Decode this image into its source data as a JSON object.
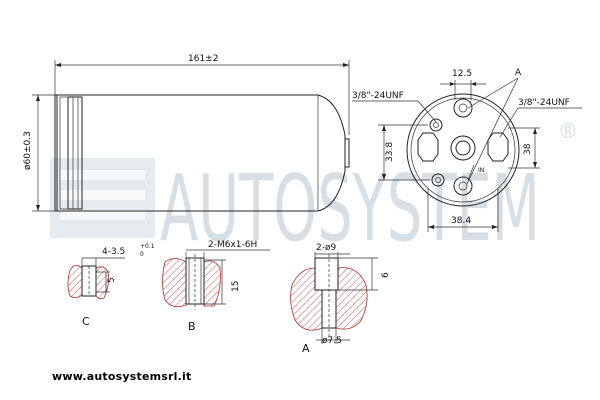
{
  "watermark": {
    "brand": "AUTOSYSTEM",
    "registered_mark": "®",
    "color": "#b9c5cf"
  },
  "website": "www.autosystemsrl.it",
  "side_view": {
    "length_dim": "161±2",
    "diameter_dim": "ø60±0.3"
  },
  "end_view": {
    "dim_top": "12.5",
    "thread_left": "3/8\"-24UNF",
    "thread_right": "3/8\"-24UNF",
    "port_label": "A",
    "dim_left": "33.8",
    "dim_right": "38",
    "dim_bottom": "38.4",
    "in_label": "IN"
  },
  "detail_c": {
    "label": "C",
    "dim_top": "4-3.5",
    "tol": "+0.1",
    "tol2": "0",
    "dim_side": "5"
  },
  "detail_b": {
    "label": "B",
    "dim_top": "2-M6x1-6H",
    "dim_side": "15"
  },
  "detail_a": {
    "label": "A",
    "dim_top": "2-ø9",
    "dim_bottom": "ø7.5",
    "dim_side": "6"
  }
}
